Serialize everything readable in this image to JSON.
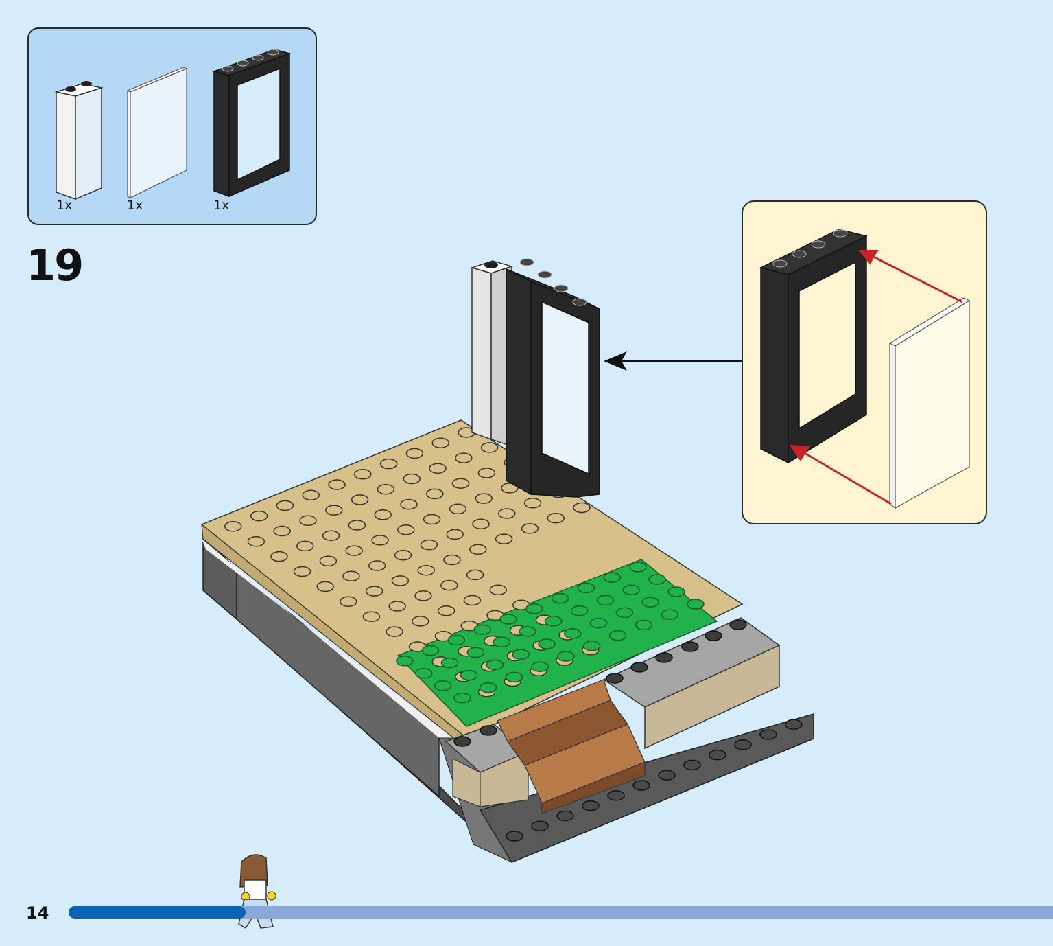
{
  "parts_list": {
    "items": [
      {
        "part": "white-brick-1x2x5",
        "qty_label": "1x"
      },
      {
        "part": "transparent-glass-pane",
        "qty_label": "1x"
      },
      {
        "part": "black-window-frame-1x4x6",
        "qty_label": "1x"
      }
    ]
  },
  "step": {
    "number": "19"
  },
  "page": {
    "number": "14",
    "progress": 0.18
  },
  "colors": {
    "background": "#d6ecfb",
    "parts_box": "#b4d8f6",
    "callout": "#fff5d2",
    "tan": "#d7c089",
    "green": "#21b24b",
    "dark_gray": "#5a5a5a",
    "light_gray": "#a6a6a6",
    "brown": "#b97a4a",
    "black": "#262626",
    "arrow_red": "#c8232c",
    "progress_fill": "#0a63b4",
    "progress_track": "#8aa9d9"
  }
}
